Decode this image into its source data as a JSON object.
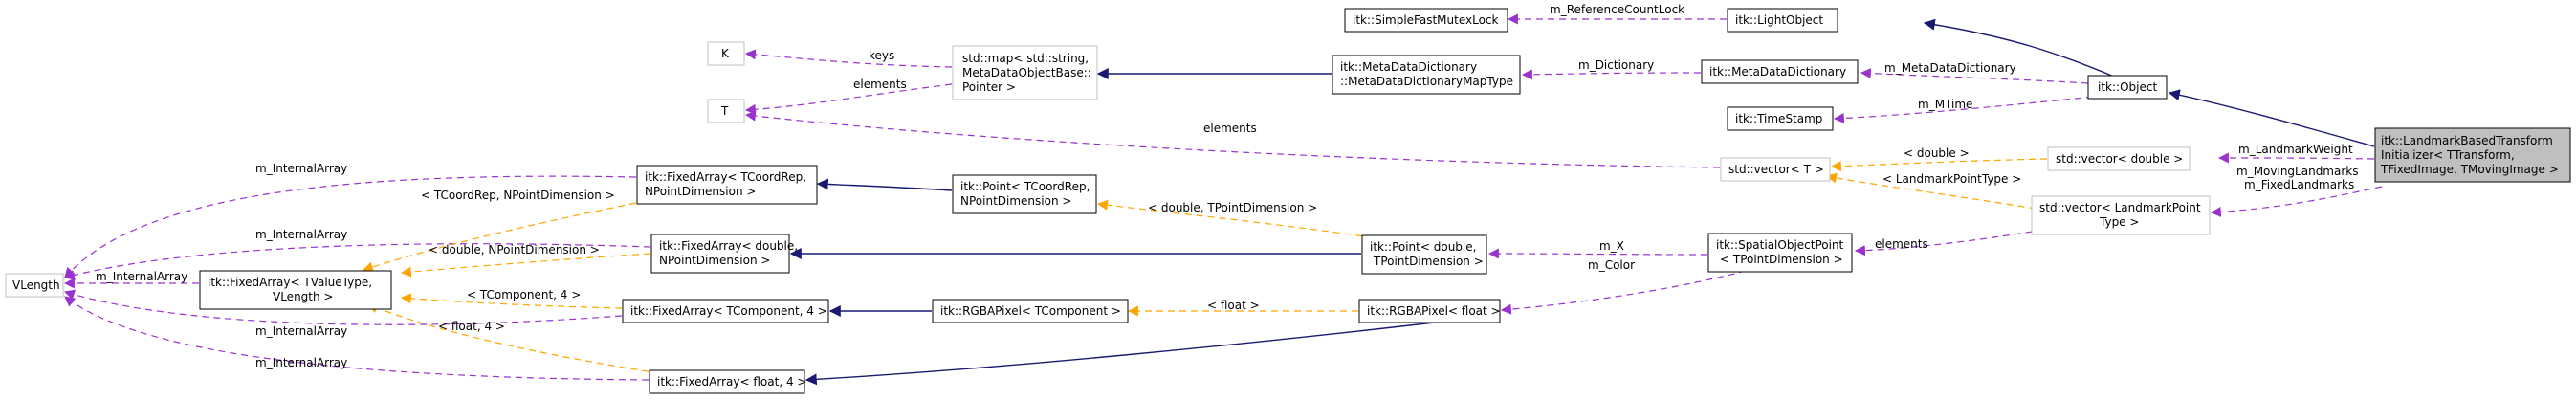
{
  "nodes": {
    "landmark": [
      "itk::LandmarkBasedTransform",
      "Initializer< TTransform,",
      "TFixedImage, TMovingImage >"
    ],
    "object": [
      "itk::Object"
    ],
    "lightobject": [
      "itk::LightObject"
    ],
    "mutexlock": [
      "itk::SimpleFastMutexLock"
    ],
    "metadict": [
      "itk::MetaDataDictionary"
    ],
    "timestamp": [
      "itk::TimeStamp"
    ],
    "metadictmaptype": [
      "itk::MetaDataDictionary",
      "::MetaDataDictionaryMapType"
    ],
    "stdmap": [
      "std::map< std::string,",
      "MetaDataObjectBase::",
      "Pointer >"
    ],
    "K": [
      "K"
    ],
    "T": [
      "T"
    ],
    "stdvectorT": [
      "std::vector< T >"
    ],
    "stdvectordouble": [
      "std::vector< double >"
    ],
    "stdvectorlandmark": [
      "std::vector< LandmarkPoint",
      "Type >"
    ],
    "spatialpoint": [
      "itk::SpatialObjectPoint",
      "< TPointDimension >"
    ],
    "pointdouble": [
      "itk::Point< double,",
      "TPointDimension >"
    ],
    "pointtcoord": [
      "itk::Point< TCoordRep,",
      "NPointDimension >"
    ],
    "fixedtcoord": [
      "itk::FixedArray< TCoordRep,",
      "NPointDimension >"
    ],
    "fixeddouble": [
      "itk::FixedArray< double,",
      "NPointDimension >"
    ],
    "fixedtvalue": [
      "itk::FixedArray< TValueType,",
      "VLength >"
    ],
    "fixedtcomp4": [
      "itk::FixedArray< TComponent, 4 >"
    ],
    "fixedfloat4": [
      "itk::FixedArray< float, 4 >"
    ],
    "rgbatcomp": [
      "itk::RGBAPixel< TComponent >"
    ],
    "rgbafloat": [
      "itk::RGBAPixel< float >"
    ],
    "vlength": [
      "VLength"
    ]
  },
  "edge_labels": {
    "refcount": "m_ReferenceCountLock",
    "metadata": "m_MetaDataDictionary",
    "mtime": "m_MTime",
    "dictionary": "m_Dictionary",
    "keys": "keys",
    "elements_map": "elements",
    "elements_vec": "elements",
    "landmarkweight": "m_LandmarkWeight",
    "moving_fixed": [
      "m_MovingLandmarks",
      "m_FixedLandmarks"
    ],
    "vec_double": "< double >",
    "vec_lpt": "< LandmarkPointType >",
    "elements_spatial": "elements",
    "mx": "m_X",
    "mcolor": "m_Color",
    "pt_double": "< double, TPointDimension >",
    "tcoord_npoint": "< TCoordRep, NPointDimension >",
    "double_npoint": "< double, NPointDimension >",
    "tcomp4": "< TComponent, 4 >",
    "float4": "< float, 4 >",
    "rgba_float": "< float >",
    "internal_1": "m_InternalArray",
    "internal_2": "m_InternalArray",
    "internal_3": "m_InternalArray",
    "internal_4": "m_InternalArray",
    "internal_5": "m_InternalArray"
  }
}
